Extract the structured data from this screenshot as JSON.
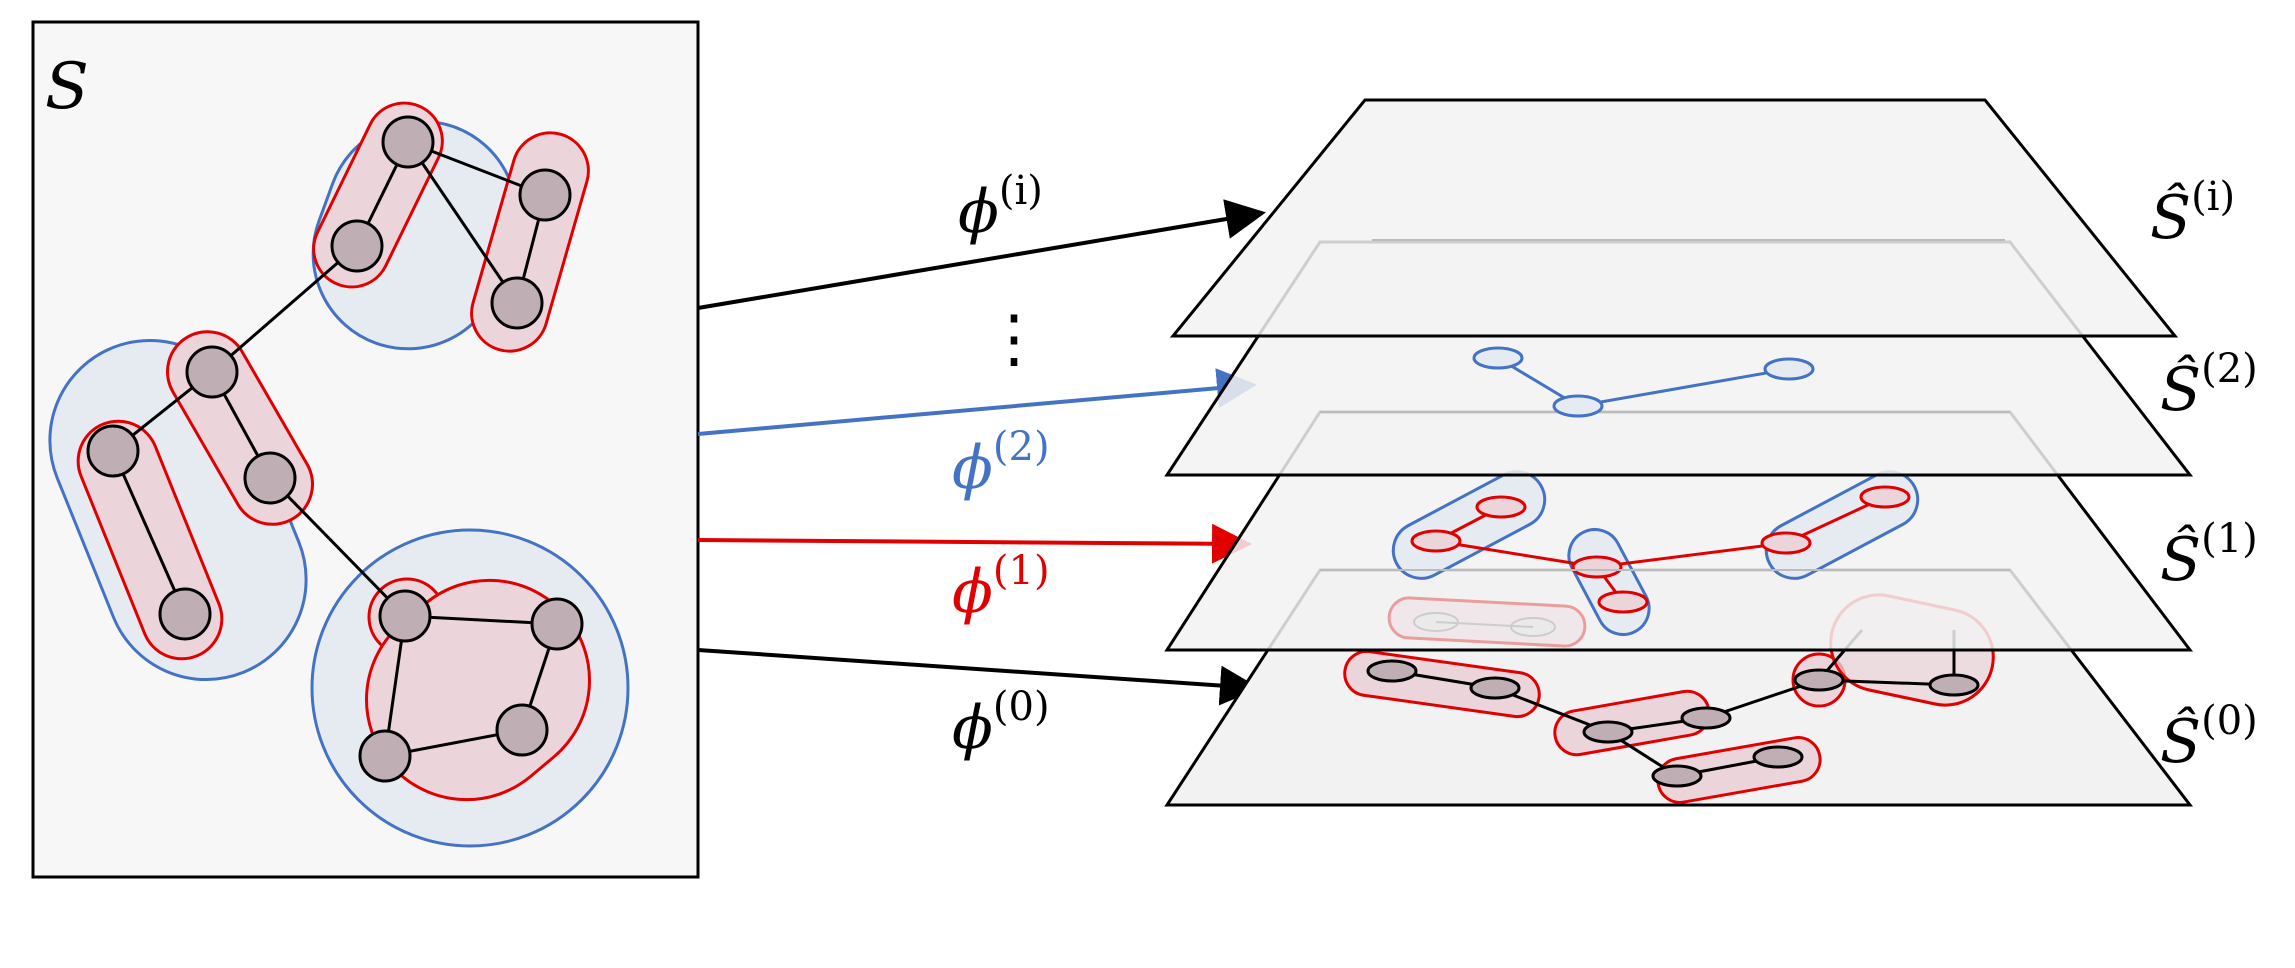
{
  "colors": {
    "black": "#000000",
    "blue": "#4472C4",
    "red": "#E00000",
    "node_fill": "#BFAEB3",
    "blue_fill": "#E6EAF1",
    "red_fill": "#EBD5DA",
    "plane_fill": "#F2F2F2",
    "panel_fill": "#F7F7F7"
  },
  "source": {
    "label": "S"
  },
  "maps": [
    {
      "symbol": "ϕ",
      "superscript": "(i)"
    },
    {
      "symbol": "ϕ",
      "superscript": "(2)"
    },
    {
      "symbol": "ϕ",
      "superscript": "(1)"
    },
    {
      "symbol": "ϕ",
      "superscript": "(0)"
    }
  ],
  "ellipsis": "⋮",
  "levels": [
    {
      "symbol": "Ŝ",
      "superscript": "(i)"
    },
    {
      "symbol": "Ŝ",
      "superscript": "(2)"
    },
    {
      "symbol": "Ŝ",
      "superscript": "(1)"
    },
    {
      "symbol": "Ŝ",
      "superscript": "(0)"
    }
  ]
}
